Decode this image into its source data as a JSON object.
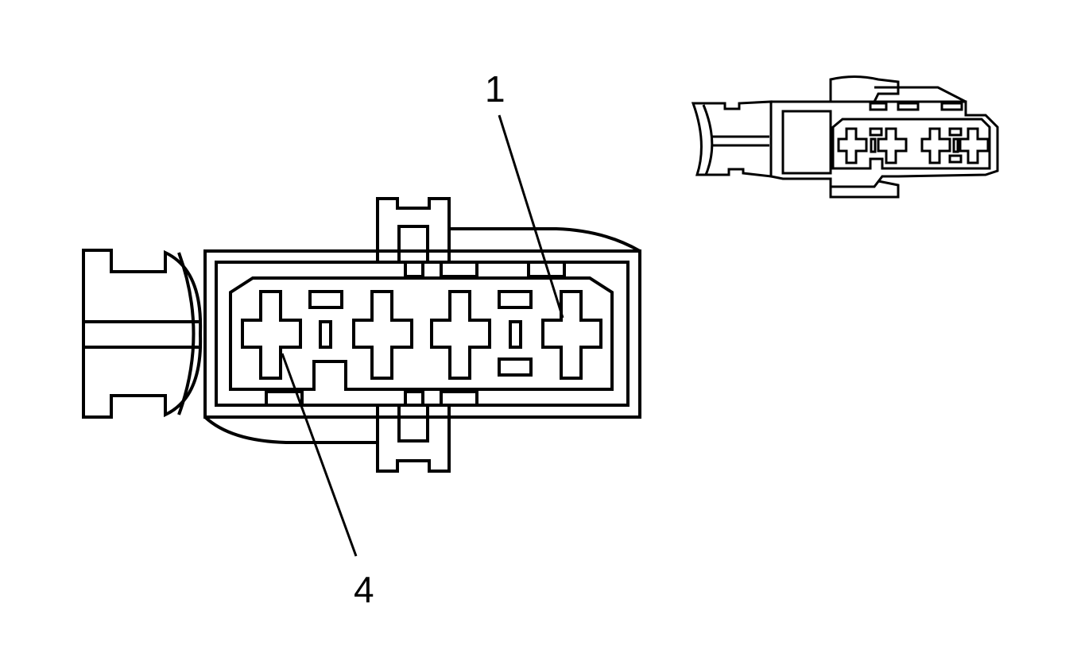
{
  "diagram": {
    "callouts": [
      {
        "label": "1",
        "target": "terminal-1"
      },
      {
        "label": "4",
        "target": "terminal-4"
      }
    ],
    "line_color": "#000000",
    "background_color": "#ffffff"
  }
}
